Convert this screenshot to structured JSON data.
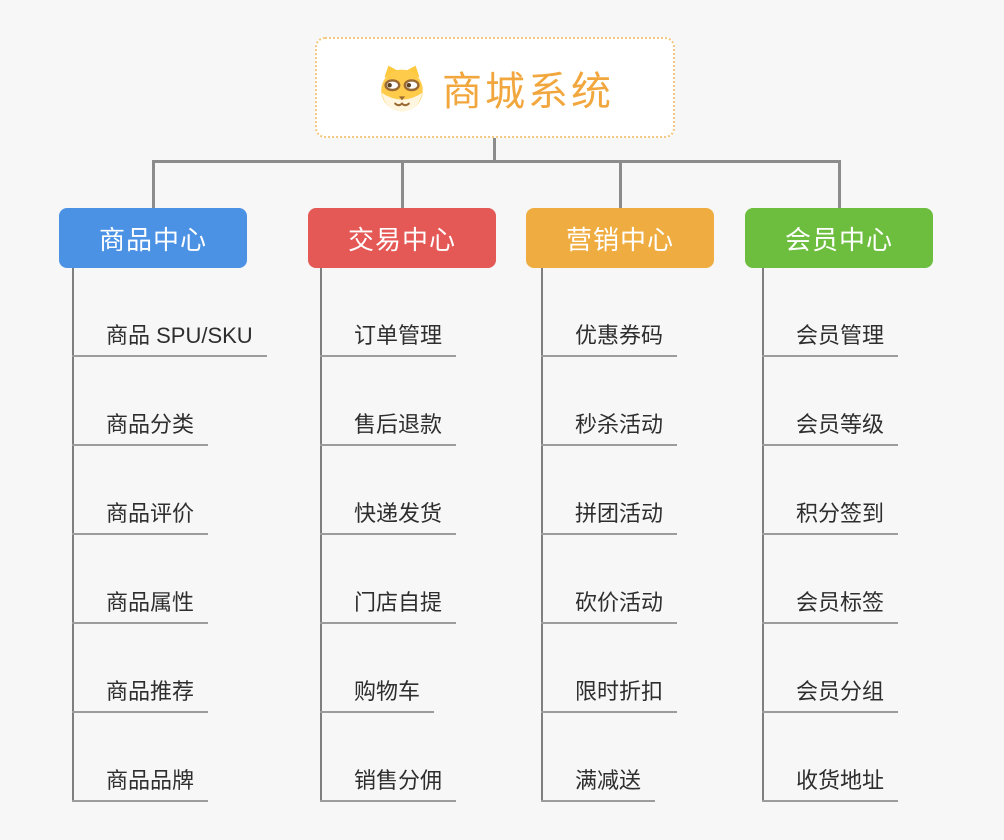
{
  "root": {
    "label": "商城系统",
    "icon": "dog-face-icon",
    "text_color": "#F1A73D",
    "border_color": "#F2C77E"
  },
  "branches": [
    {
      "label": "商品中心",
      "color": "#4B92E5",
      "children": [
        "商品 SPU/SKU",
        "商品分类",
        "商品评价",
        "商品属性",
        "商品推荐",
        "商品品牌"
      ]
    },
    {
      "label": "交易中心",
      "color": "#E45955",
      "children": [
        "订单管理",
        "售后退款",
        "快递发货",
        "门店自提",
        "购物车",
        "销售分佣"
      ]
    },
    {
      "label": "营销中心",
      "color": "#EFAD41",
      "children": [
        "优惠券码",
        "秒杀活动",
        "拼团活动",
        "砍价活动",
        "限时折扣",
        "满减送"
      ]
    },
    {
      "label": "会员中心",
      "color": "#6DBE3F",
      "children": [
        "会员管理",
        "会员等级",
        "积分签到",
        "会员标签",
        "会员分组",
        "收货地址"
      ]
    }
  ],
  "colors": {
    "background": "#F7F7F7",
    "connector": "#8C8C8C",
    "underline": "#9C9C9C",
    "child_text": "#2E2E2E"
  }
}
